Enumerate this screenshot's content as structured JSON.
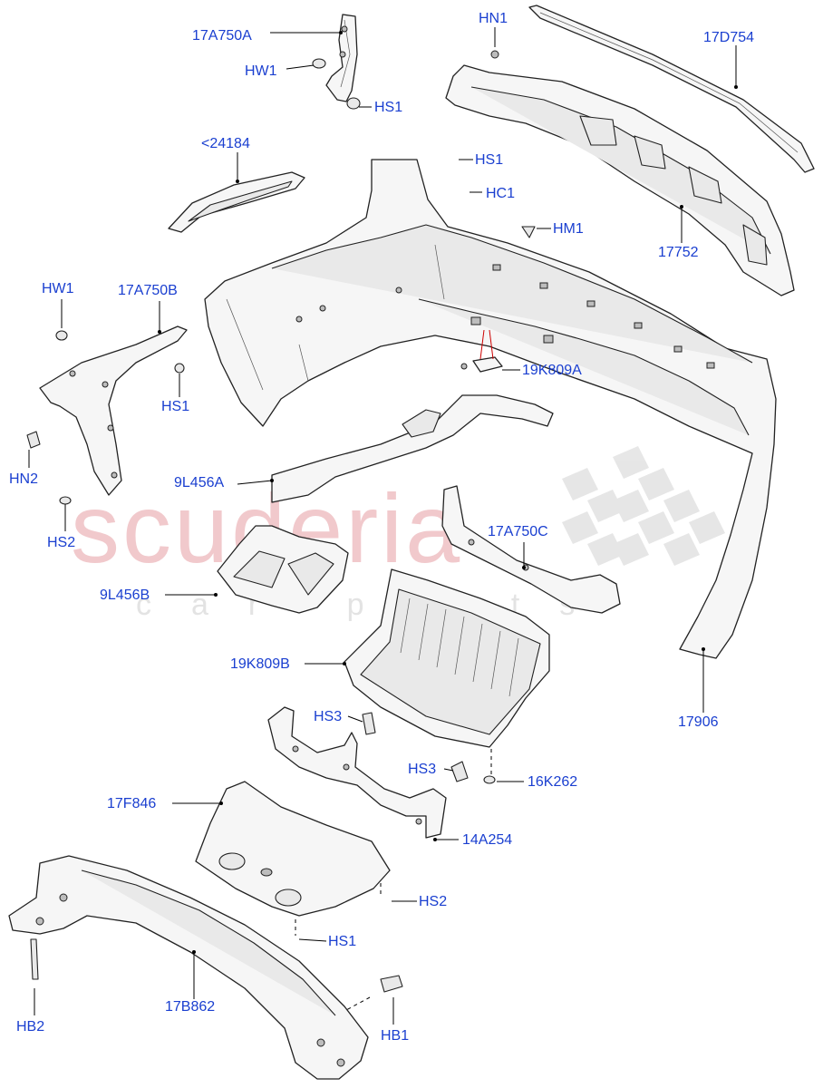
{
  "watermark": {
    "main": "scuderia",
    "sub": "car parts"
  },
  "callouts": {
    "c_17A750A": "17A750A",
    "c_HW1_top": "HW1",
    "c_HS1_top": "HS1",
    "c_HN1": "HN1",
    "c_17D754": "17D754",
    "c_24184": "<24184",
    "c_HS1_mid": "HS1",
    "c_HC1": "HC1",
    "c_HM1": "HM1",
    "c_17752": "17752",
    "c_HW1_left": "HW1",
    "c_17A750B": "17A750B",
    "c_HS1_left": "HS1",
    "c_HN2": "HN2",
    "c_HS2_left": "HS2",
    "c_19K809A": "19K809A",
    "c_9L456A": "9L456A",
    "c_17A750C": "17A750C",
    "c_9L456B": "9L456B",
    "c_19K809B": "19K809B",
    "c_17906": "17906",
    "c_HS3_a": "HS3",
    "c_HS3_b": "HS3",
    "c_16K262": "16K262",
    "c_17F846": "17F846",
    "c_14A254": "14A254",
    "c_HS2_bottom": "HS2",
    "c_HS1_bottom": "HS1",
    "c_17B862": "17B862",
    "c_HB2": "HB2",
    "c_HB1": "HB1"
  },
  "colors": {
    "callout_text": "#1a3fd0",
    "leader_line": "#000000",
    "watermark_main": "#f1c9cc",
    "watermark_sub": "#e3e3e3",
    "watermark_checker": "#e4e4e4"
  }
}
